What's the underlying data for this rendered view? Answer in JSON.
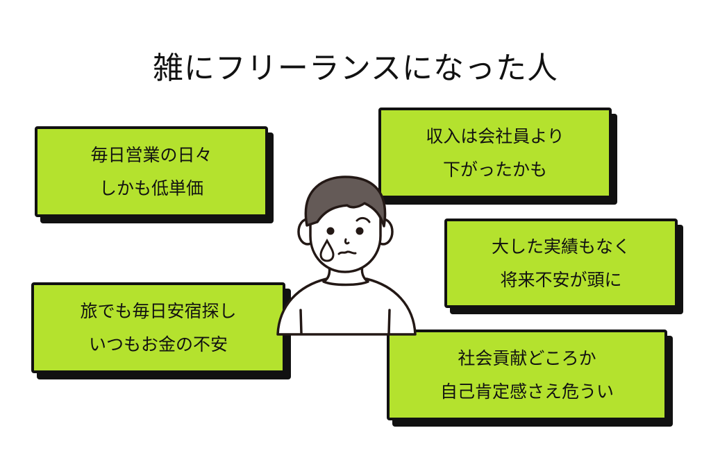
{
  "title": "雑にフリーランスになった人",
  "boxes": [
    {
      "lines": [
        "毎日営業の日々",
        "しかも低単価"
      ]
    },
    {
      "lines": [
        "収入は会社員より",
        "下がったかも"
      ]
    },
    {
      "lines": [
        "大した実績もなく",
        "将来不安が頭に"
      ]
    },
    {
      "lines": [
        "旅でも毎日安宿探し",
        "いつもお金の不安"
      ]
    },
    {
      "lines": [
        "社会貢献どころか",
        "自己肯定感さえ危うい"
      ]
    }
  ],
  "colors": {
    "box": "#b4e22e",
    "outline": "#111111",
    "hair": "#645a57"
  }
}
